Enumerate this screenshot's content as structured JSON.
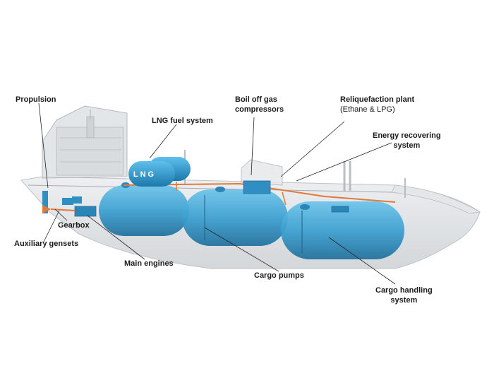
{
  "diagram": {
    "tank_lettering": "LNG",
    "labels": {
      "propulsion": "Propulsion",
      "lng_fuel_system": "LNG fuel system",
      "boil_off_line1": "Boil off gas",
      "boil_off_line2": "compressors",
      "reliquefaction": "Reliquefaction plant",
      "reliquefaction_sub": "(Ethane & LPG)",
      "energy_line1": "Energy recovering",
      "energy_line2": "system",
      "gearbox": "Gearbox",
      "auxiliary_gensets": "Auxiliary gensets",
      "main_engines": "Main engines",
      "cargo_pumps": "Cargo pumps",
      "cargo_handling_line1": "Cargo handling",
      "cargo_handling_line2": "system"
    },
    "colors": {
      "tank": "#3a9fd0",
      "tank_dark": "#1f6f9c",
      "hull": "#d9dcdf",
      "pipe": "#e07a3c"
    }
  }
}
